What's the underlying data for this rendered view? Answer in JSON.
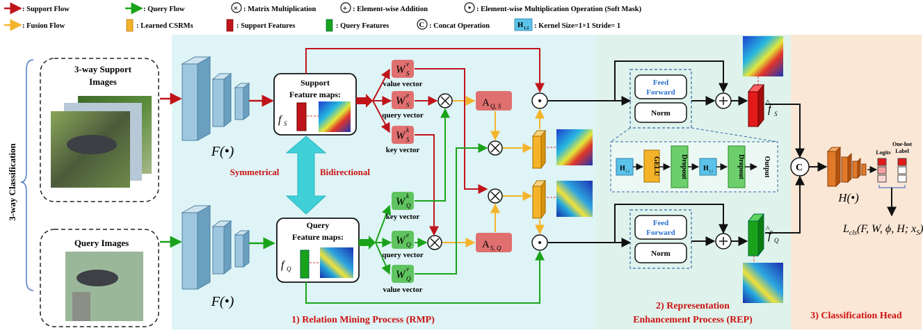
{
  "legend": {
    "support_flow": ": Support Flow",
    "query_flow": ": Query Flow",
    "matrix_mult": ": Matrix Multiplication",
    "element_add": ": Element-wise Addition",
    "soft_mask": ": Element-wise Multiplication Operation (Soft Mask)",
    "fusion_flow": ": Fusion Flow",
    "learned_csrms": ": Learned CSRMs",
    "support_features": ": Support Features",
    "query_features": ": Query Features",
    "concat_op": ": Concat Operation",
    "kernel_box": "H",
    "kernel_sub": "1,1",
    "kernel_desc": ": Kernel Size=1×1  Stride= 1"
  },
  "side_label": "3-way Classification",
  "support_box": {
    "title_line1": "3-way Support",
    "title_line2": "Images"
  },
  "query_box": {
    "title": "Query Images"
  },
  "backbone_label": "F(•)",
  "support_fm": {
    "line1": "Support",
    "line2": "Feature maps:",
    "symbol": "f",
    "sub": "S"
  },
  "query_fm": {
    "line1": "Query",
    "line2": "Feature maps:",
    "symbol": "f",
    "sub": "Q"
  },
  "symmetrical": "Symmetrical",
  "bidirectional": "Bidirectional",
  "vectors": {
    "s_value": {
      "label": "value vector",
      "sup": "v",
      "sub": "S"
    },
    "s_query": {
      "label": "query vector",
      "sup": "e",
      "sub": "S"
    },
    "s_key": {
      "label": "key vector",
      "sup": "k",
      "sub": "S"
    },
    "q_key": {
      "label": "key vector",
      "sup": "k",
      "sub": "Q"
    },
    "q_query": {
      "label": "query vector",
      "sup": "e",
      "sub": "Q"
    },
    "q_value": {
      "label": "value vector",
      "sup": "v",
      "sub": "Q"
    },
    "W": "W"
  },
  "attn": {
    "A": "A",
    "qs": "Q, S",
    "sq": "S, Q"
  },
  "rep_block": {
    "ff1": "Feed",
    "ff2": "Forward",
    "norm": "Norm"
  },
  "detail": {
    "h": "H",
    "h_sub": "1,1",
    "gelu": "GELU",
    "dropout": "Dropout",
    "output": "Output"
  },
  "outputs": {
    "fs_sub": "S",
    "fq_sub": "Q",
    "f": "f"
  },
  "head": {
    "H_label": "H(•)",
    "logits": "Logits",
    "onehot1": "One-hot",
    "onehot2": "Label",
    "loss": "L",
    "loss_sub": "cls",
    "loss_args": "(F, W, ϕ, H; x",
    "loss_args_sub": "S",
    "loss_close": ")"
  },
  "section_labels": {
    "rmp": "1) Relation Mining Process (RMP)",
    "rep1": "2) Representation",
    "rep2": "Enhancement Process (REP)",
    "head": "3) Classification Head"
  },
  "colors": {
    "support": "#c0141a",
    "query": "#1aa31a",
    "fusion": "#f5b32a",
    "rmp_bg": "#d6f1f4",
    "rep_bg": "#dff3ec",
    "head_bg": "#fbe7d6",
    "vector_box": "#e07070",
    "vector_box_q": "#5fc45f",
    "section_text": "#cc1111"
  }
}
